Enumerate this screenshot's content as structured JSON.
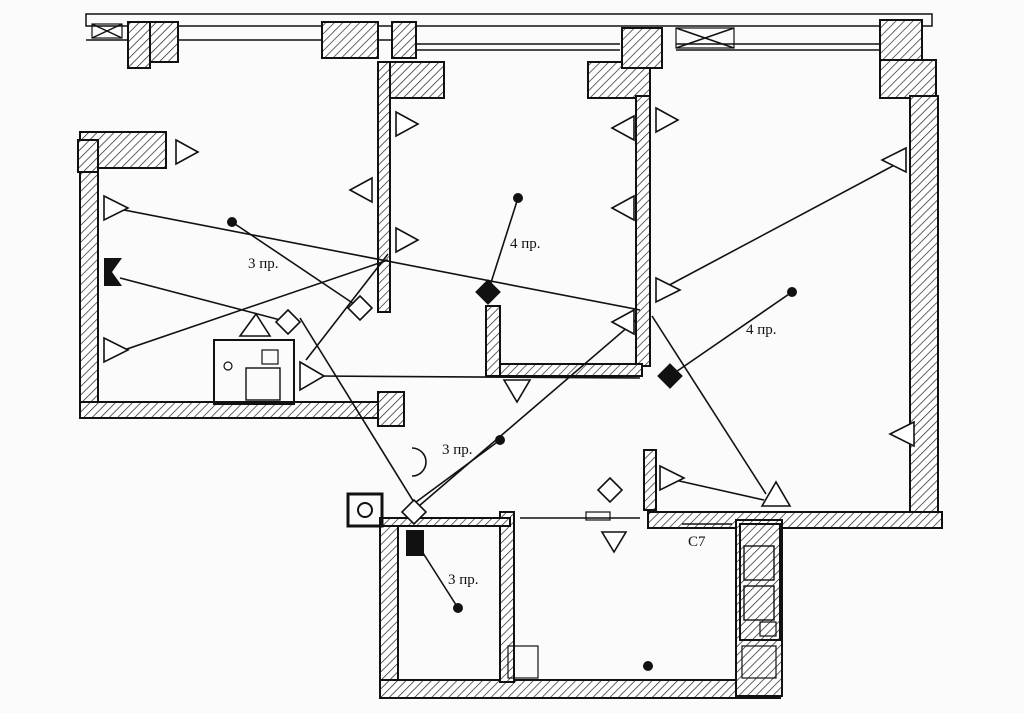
{
  "labels": {
    "wire_left": "3 пр.",
    "wire_center_top": "4 пр.",
    "wire_right": "4 пр.",
    "wire_hall": "3 пр.",
    "wire_bottom": "3 пр.",
    "riser": "С7"
  },
  "colors": {
    "ink": "#111111",
    "paper": "#fbfbfb"
  }
}
